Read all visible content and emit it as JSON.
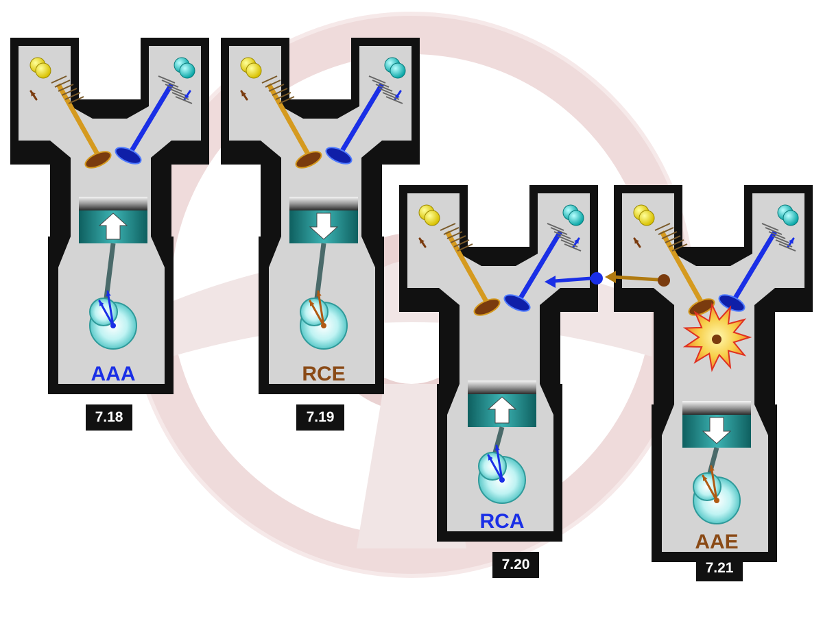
{
  "colors": {
    "watermark": "#e7c9c9",
    "block": "#111111",
    "chamber": "#d4d4d4",
    "intake": "#f2e200",
    "exhaust": "#17dede",
    "intake_valve": "#d59a1f",
    "exhaust_valve": "#1a2fe6",
    "piston": "#1f8a8a",
    "crank": "#a8eaea",
    "label_blue": "#1a2fe6",
    "label_brown": "#8a4a16",
    "explosion": "#f5d050"
  },
  "figures": [
    {
      "id": "7.18",
      "caption": "7.18",
      "stage_label": "AAA",
      "label_color": "#1a2fe6",
      "piston_arrow": "up",
      "crank_arrow_color": "#1a2fe6"
    },
    {
      "id": "7.19",
      "caption": "7.19",
      "stage_label": "RCE",
      "label_color": "#8a4a16",
      "piston_arrow": "down",
      "crank_arrow_color": "#b05a14"
    },
    {
      "id": "7.20",
      "caption": "7.20",
      "stage_label": "RCA",
      "label_color": "#1a2fe6",
      "piston_arrow": "up",
      "crank_arrow_color": "#1a2fe6"
    },
    {
      "id": "7.21",
      "caption": "7.21",
      "stage_label": "AAE",
      "label_color": "#8a4a16",
      "piston_arrow": "down",
      "crank_arrow_color": "#b05a14"
    }
  ],
  "icons": {
    "watermark": "steering-wheel-icon",
    "explosion": "explosion-icon"
  }
}
